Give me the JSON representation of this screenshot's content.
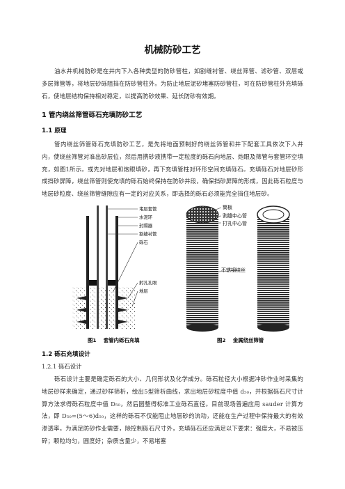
{
  "title": "机械防砂工艺",
  "intro": "油水井机械防砂是在井内下入各种类型的防砂管柱，如割缝衬管、绕丝筛管、滤砂管、双层或多层筛管等，将地层砂砾阻挡在防砂管柱外。为防止地层泥砂堵塞防砂管柱，可在防砂管柱外充填砾石，使地层结构保持相对稳定，以提高防砂效果、延长防砂有效期。",
  "section1": "1 管内绕丝筛管砾石充填防砂工艺",
  "section1_1": "1.1 原理",
  "principle": "管内绕丝筛管砾石充填防砂工艺，是先将地面预制好的绕丝筛管和井下配套工具依次下入井内，使绕丝筛管对准出砂层位，然后用携砂液携带一定粒度的砾石向地层、炮眼及筛管与套管环空填充，如图1所示。或先对地层和炮眼填砂，再下充填管柱对环形空间充填砾石。充填砾石对地层砂形成挡砂屏障，绕丝筛管则使充填的砾石始终保持在防砂井段，确保挡砂屏障的形成，因此砾石粒度与地层砂粒度、绕丝筛管缝隙应有一定的对应关系，即选择的砾石必须能完全挡住地层砂。",
  "fig1": {
    "labels": [
      "堵层套管",
      "水泥环",
      "封隔器",
      "割缝衬管",
      "砾石",
      "射孔孔眼",
      "地层"
    ],
    "caption": "图1    套管内砾石充填"
  },
  "fig2": {
    "labels": [
      "筒板",
      "割缝中心管",
      "打孔中心管",
      "不锈钢绕丝"
    ],
    "caption": "图2    金属绕丝筛管"
  },
  "section1_2": "1.2 砾石充填设计",
  "section1_2_1": "1.2.1 砾石设计",
  "gravel_p1": "砾石设计主要是确定砾石的大小、几何形状及化学成分。砾石粒径大小根据冲砂作业时采集的地层砂样来确定，通过砂样筛析，绘出5型筛析曲线，求出地层砂粒度中值 d₅₀，并根据砾石尺寸计算方法求得砾石粒度中值 D₅₀，然后圆整得标准工业砾石直径。目前现场普遍应用 sauder 计算方法，即 D₅₀=(5～6)d₅₀，这样的砾石不仅能阻止地层砂的流动，还能在生产过程中保持最大的有效渗透率。为满足防砂作业需要，除控制砾石尺寸外，充填砾石还应满足以下要求：强度大，不易被压碎；颗粒均匀，圆度好；杂质含量少，不易堵塞"
}
